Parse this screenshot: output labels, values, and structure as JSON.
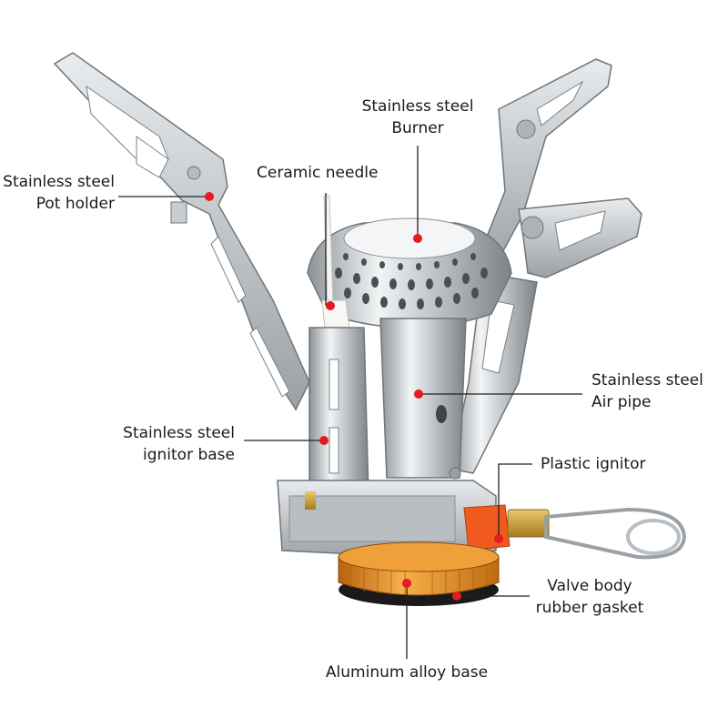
{
  "colors": {
    "marker": "#e31b23",
    "leader_line": "#222222",
    "steel": "#c8ccd0",
    "brass_base": "#e8962a",
    "ignitor": "#f05a1e",
    "gasket": "#1a1a1a"
  },
  "labels": {
    "burner": {
      "line1": "Stainless steel",
      "line2": "Burner"
    },
    "pot_holder": {
      "line1": "Stainless steel",
      "line2": "Pot holder"
    },
    "ceramic_needle": {
      "line1": "Ceramic needle"
    },
    "air_pipe": {
      "line1": "Stainless steel",
      "line2": "Air pipe"
    },
    "ignitor_base": {
      "line1": "Stainless steel",
      "line2": "ignitor base"
    },
    "plastic_ignitor": {
      "line1": "Plastic ignitor"
    },
    "gasket": {
      "line1": "Valve body",
      "line2": "rubber gasket"
    },
    "aluminum_base": {
      "line1": "Aluminum alloy base"
    }
  }
}
